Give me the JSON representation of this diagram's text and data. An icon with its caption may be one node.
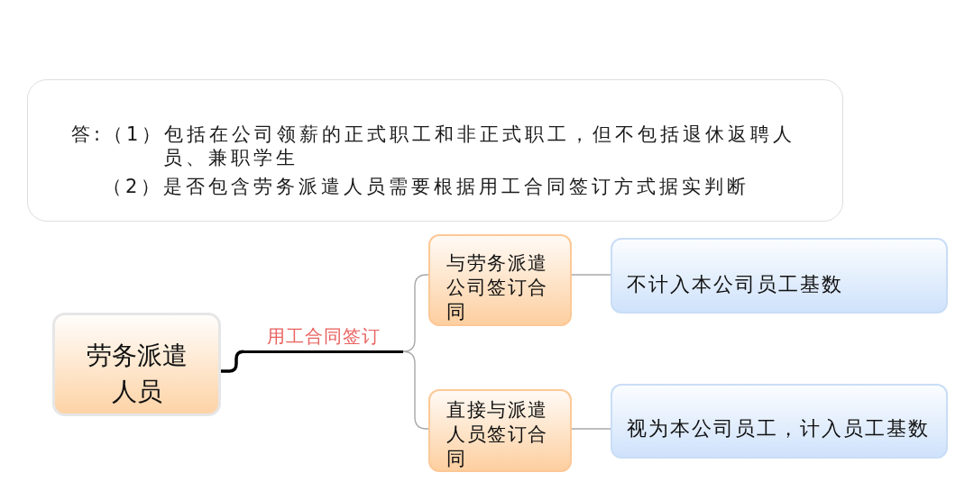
{
  "diagram": {
    "nodes": [
      {
        "text": [
          "答:（1）包括在公司领薪的正式职工和非正式职工，但不包括退休返聘人员、兼职学生",
          "（2）是否包含劳务派遣人员需要根据用工合同签订方式据实判断"
        ]
      },
      {
        "text": [
          "劳务派遣人员"
        ]
      },
      {
        "text": [
          "用工合同签订"
        ]
      },
      {
        "text": [
          "与劳务派遣公司签订合同"
        ]
      },
      {
        "text": [
          "不计入本公司员工基数"
        ]
      },
      {
        "text": [
          "直接与派遣人员签订合同"
        ]
      },
      {
        "text": [
          "视为本公司员工，计入员工基数"
        ]
      }
    ],
    "edges": [
      {
        "from": 1,
        "to": 2,
        "arrow": "none",
        "style": "thick",
        "color": "#000000"
      },
      {
        "from": 2,
        "to": 3,
        "arrow": "none"
      },
      {
        "from": 2,
        "to": 5,
        "arrow": "none"
      },
      {
        "from": 3,
        "to": 4,
        "arrow": "none"
      },
      {
        "from": 5,
        "to": 6,
        "arrow": "none"
      }
    ]
  }
}
